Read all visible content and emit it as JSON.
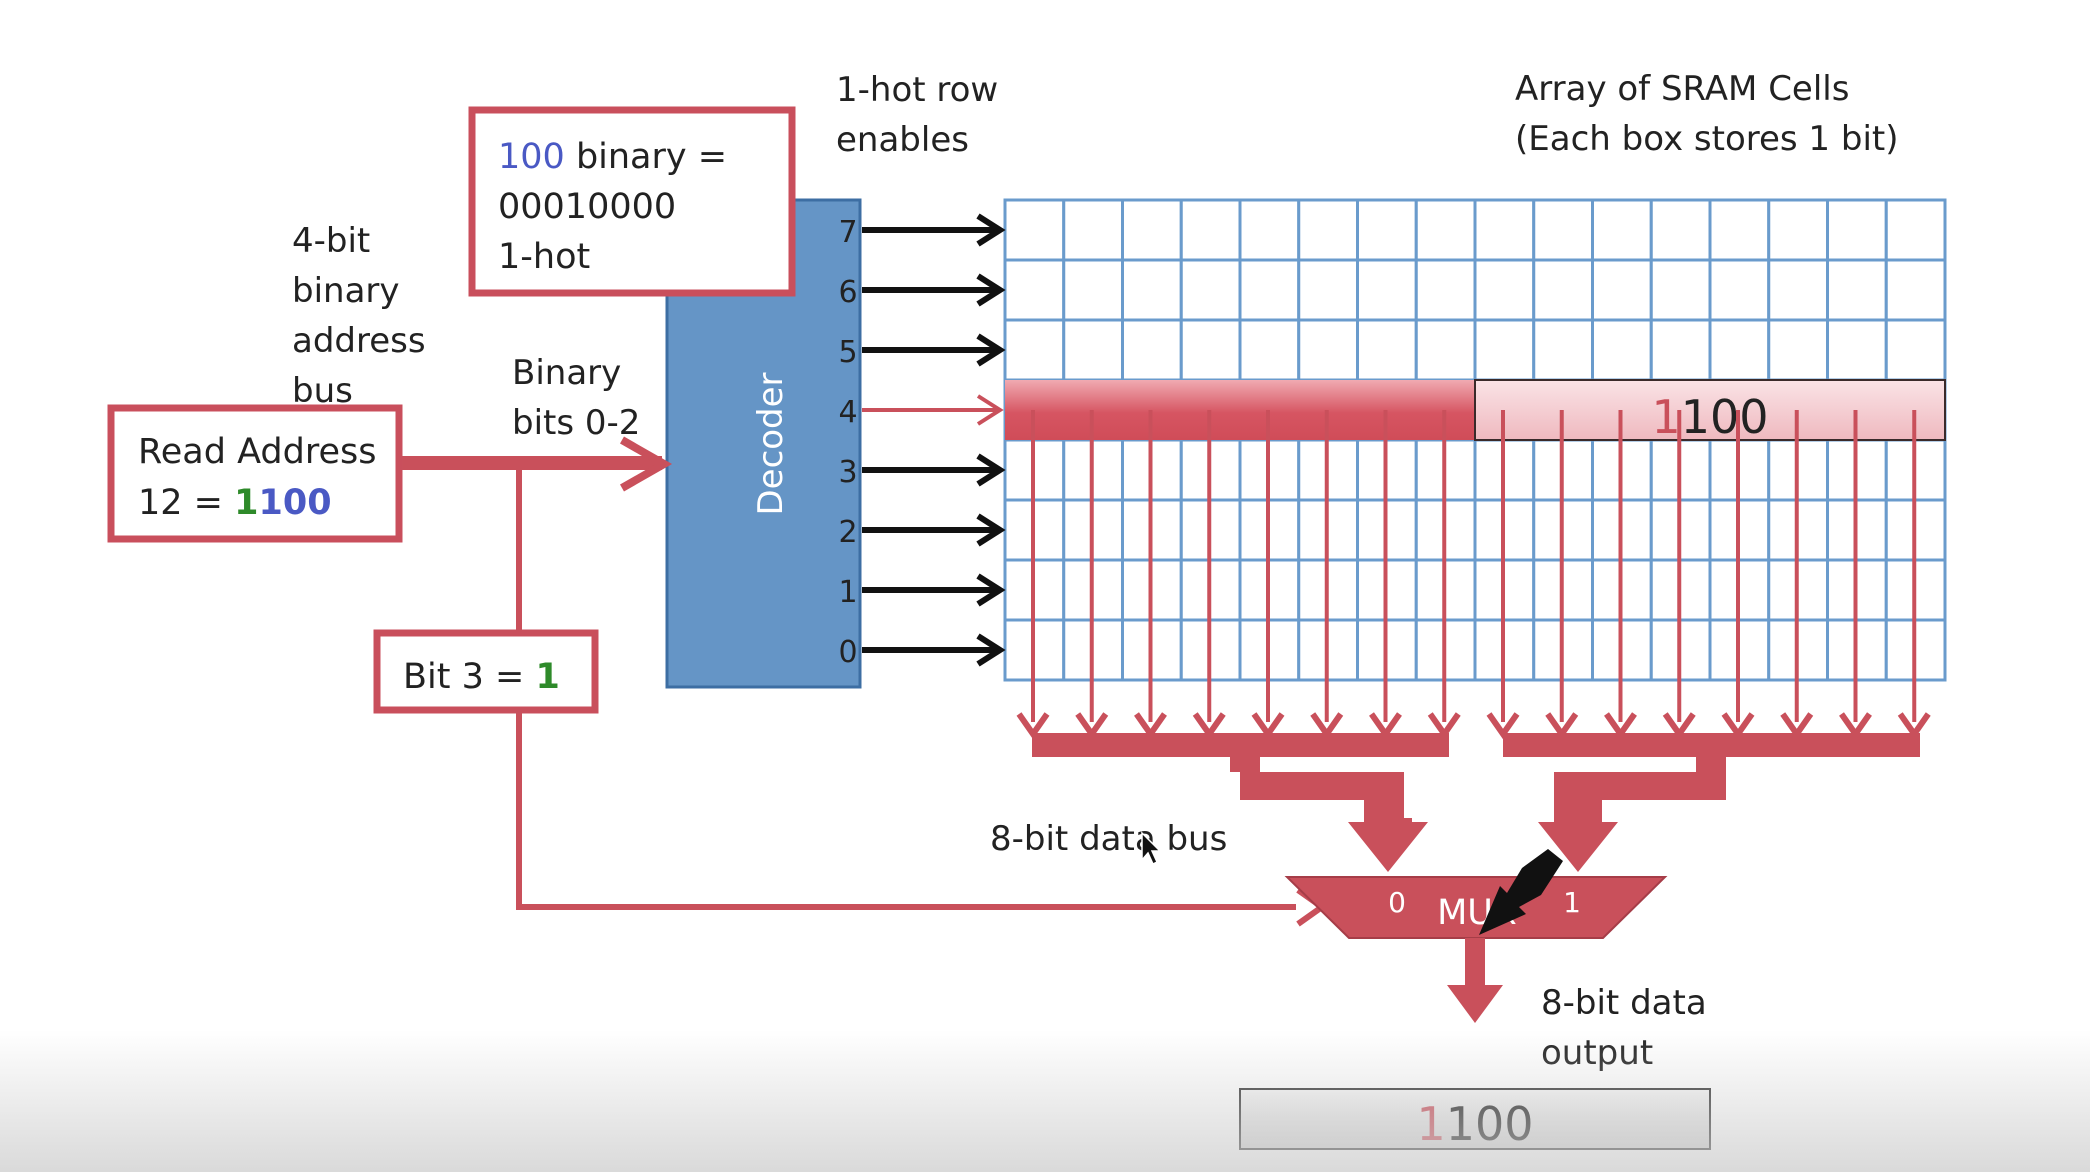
{
  "labels": {
    "hot_row_line1": "1-hot row",
    "hot_row_line2": "enables",
    "array_line1": "Array of SRAM Cells",
    "array_line2": "(Each box stores 1 bit)",
    "addr_bus_line1": "4-bit",
    "addr_bus_line2": "binary",
    "addr_bus_line3": "address",
    "addr_bus_line4": "bus",
    "binary_bits_line1": "Binary",
    "binary_bits_line2": "bits 0-2",
    "data_bus": "8-bit data bus",
    "data_output_line1": "8-bit data",
    "data_output_line2": "output"
  },
  "onehot_box": {
    "value": "100",
    "suffix": " binary =",
    "line2": "00010000",
    "line3": "1-hot"
  },
  "read_address_box": {
    "line1": "Read Address",
    "prefix": "12 = ",
    "high_bit": "1",
    "low_bits": "100"
  },
  "bit3_box": {
    "prefix": "Bit 3 = ",
    "value": "1"
  },
  "decoder": {
    "label": "Decoder",
    "outputs": [
      "7",
      "6",
      "5",
      "4",
      "3",
      "2",
      "1",
      "0"
    ],
    "active_output": "4"
  },
  "selected_row": {
    "value_highlight": "1",
    "value_rest": "100"
  },
  "mux": {
    "label": "MUX",
    "input0": "0",
    "input1": "1"
  },
  "output": {
    "value_highlight": "1",
    "value_rest": "100"
  },
  "colors": {
    "red": "#c9505b",
    "red_box": "#c94f5c",
    "decoder_blue": "#6595c6",
    "grid_blue": "#6a9bcc",
    "text_blue": "#4a59c4",
    "text_green": "#2e8a2a"
  },
  "grid": {
    "rows": 8,
    "cols": 16,
    "active_row_index": 4
  }
}
